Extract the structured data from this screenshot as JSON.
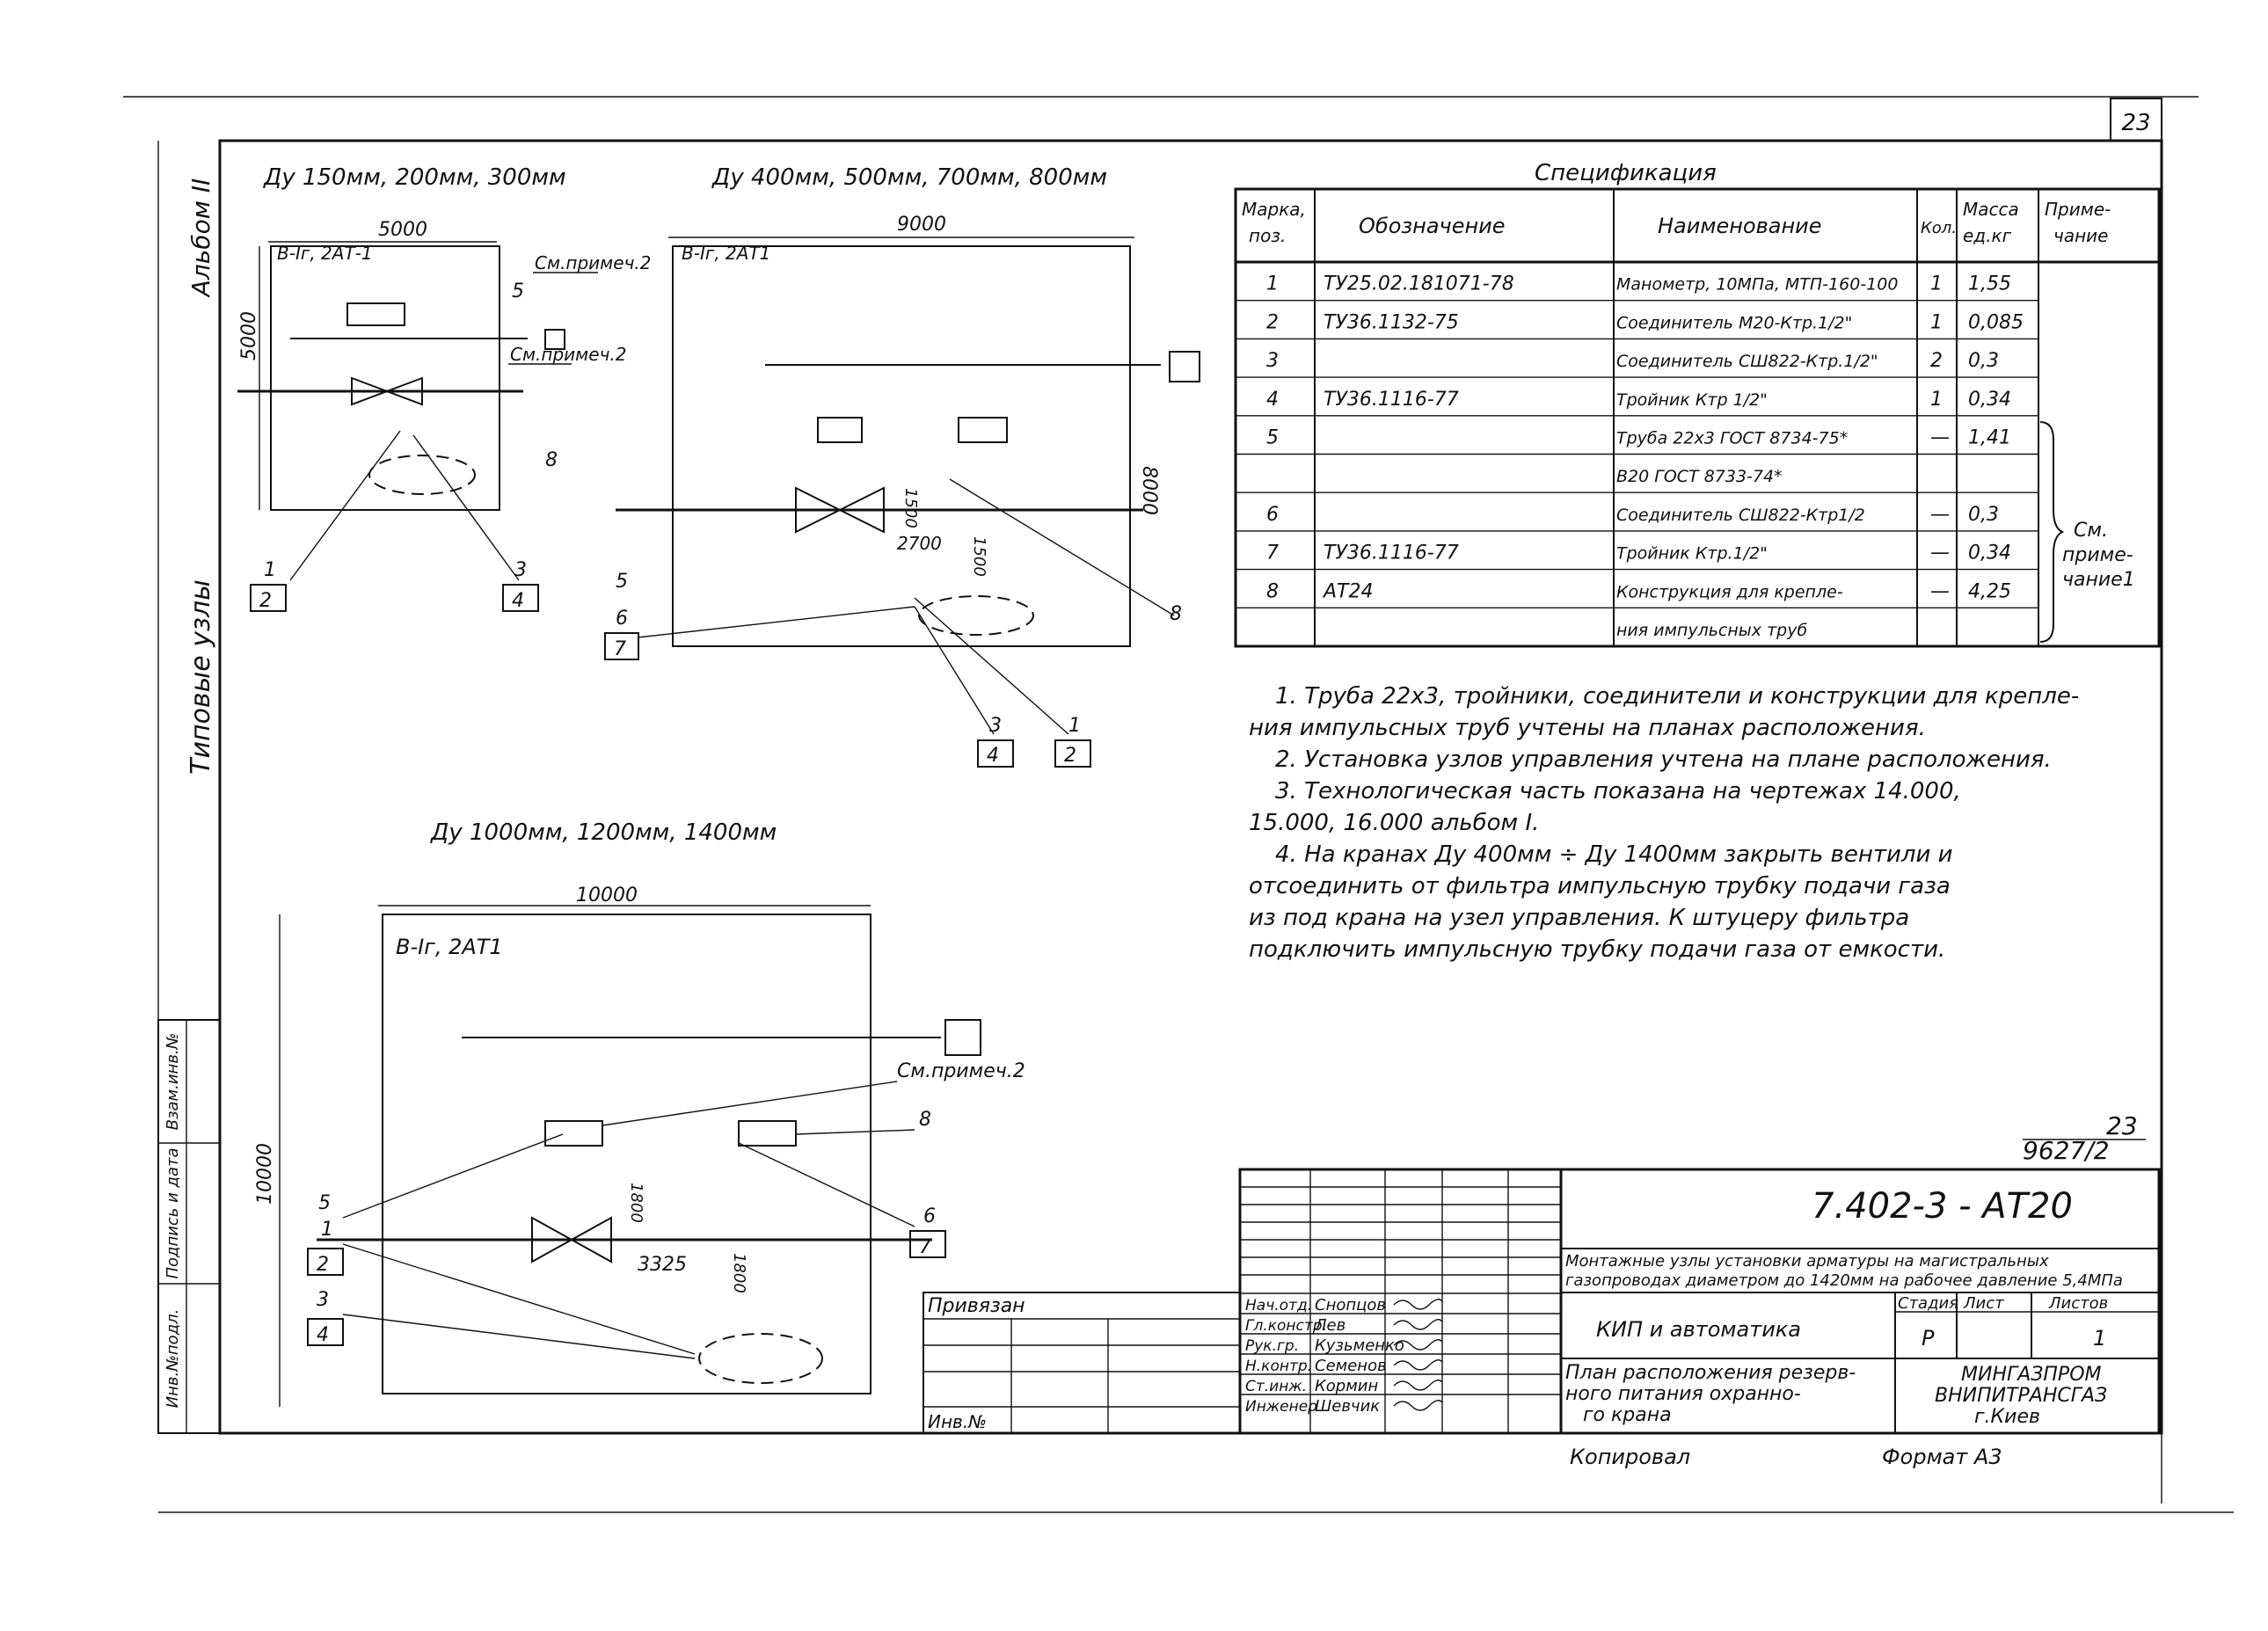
{
  "sheet": {
    "page_number": "23",
    "side_album": "Альбом II",
    "side_title": "Типовые узлы",
    "side_stamp": [
      "Взам.инв.№",
      "Подпись и дата",
      "Инв.№подл."
    ]
  },
  "diagrams": {
    "d1": {
      "title": "Ду 150мм, 200мм, 300мм",
      "dim_w": "5000",
      "dim_h": "5000",
      "label": "В-Iг, 2АТ-1",
      "note1": "См.примеч.2",
      "note2": "См.примеч.2",
      "pos_5": "5",
      "pos_8": "8",
      "pos_1": "1",
      "pos_2": "2",
      "pos_3": "3",
      "pos_4": "4"
    },
    "d2": {
      "title": "Ду 400мм, 500мм, 700мм, 800мм",
      "dim_w": "9000",
      "dim_h": "8000",
      "dim_mid": "2700",
      "dim_v1": "1500",
      "dim_v2": "1500",
      "label": "В-Iг, 2АТ1",
      "pos_5": "5",
      "pos_6": "6",
      "pos_7": "7",
      "pos_8": "8",
      "pos_1": "1",
      "pos_2": "2",
      "pos_3": "3",
      "pos_4": "4"
    },
    "d3": {
      "title": "Ду 1000мм, 1200мм, 1400мм",
      "dim_w": "10000",
      "dim_h": "10000",
      "dim_mid": "3325",
      "dim_v1": "1800",
      "dim_v2": "1800",
      "label": "В-Iг, 2АТ1",
      "note": "См.примеч.2",
      "pos_8": "8",
      "pos_5": "5",
      "pos_1": "1",
      "pos_2": "2",
      "pos_3": "3",
      "pos_4": "4",
      "pos_6": "6",
      "pos_7": "7"
    }
  },
  "spec": {
    "title": "Спецификация",
    "headers": [
      "Марка, поз.",
      "Обозначение",
      "Наименование",
      "Кол.",
      "Масса ед.кг",
      "Приме-чание"
    ],
    "rows": [
      [
        "1",
        "ТУ25.02.181071-78",
        "Манометр, 10МПа, МТП-160-100",
        "1",
        "1,55",
        ""
      ],
      [
        "2",
        "ТУ36.1132-75",
        "Соединитель М20-Ктр.1/2\"",
        "1",
        "0,085",
        ""
      ],
      [
        "3",
        "",
        "Соединитель СШ822-Ктр.1/2\"",
        "2",
        "0,3",
        ""
      ],
      [
        "4",
        "ТУ36.1116-77",
        "Тройник Ктр 1/2\"",
        "1",
        "0,34",
        ""
      ],
      [
        "5",
        "",
        "Труба 22х3 ГОСТ 8734-75*",
        "—",
        "1,41",
        ""
      ],
      [
        "",
        "",
        "В20 ГОСТ 8733-74*",
        "",
        "",
        ""
      ],
      [
        "6",
        "",
        "Соединитель СШ822-Ктр1/2",
        "—",
        "0,3",
        ""
      ],
      [
        "7",
        "ТУ36.1116-77",
        "Тройник Ктр.1/2\"",
        "—",
        "0,34",
        ""
      ],
      [
        "8",
        "АТ24",
        "Конструкция для крепле-",
        "—",
        "4,25",
        ""
      ],
      [
        "",
        "",
        "ния импульсных труб",
        "",
        "",
        ""
      ]
    ],
    "remark": [
      "См.",
      "приме-",
      "чание1"
    ]
  },
  "notes": [
    "1. Труба 22х3, тройники, соединители и конструкции для крепле-",
    "ния импульсных труб учтены на планах расположения.",
    "2. Установка узлов управления учтена на плане расположения.",
    "3. Технологическая часть показана на чертежах 14.000,",
    "15.000, 16.000 альбом I.",
    "4. На кранах Ду 400мм ÷ Ду 1400мм закрыть вентили и",
    "отсоединить от фильтра импульсную трубку подачи газа",
    "из под крана на узел управления. К штуцеру фильтра",
    "подключить импульсную трубку подачи газа от емкости."
  ],
  "stamp": {
    "sheet_ref_top": "23",
    "sheet_ref_bottom": "9627/2",
    "code": "7.402-3 - АТ20",
    "project": "Монтажные узлы установки арматуры на магистральных газопроводах диаметром до 1420мм на рабочее давление 5,4МПа",
    "section": "КИП и автоматика",
    "drawing": "План расположения резерв- ного питания охранно- го крана",
    "org": "МИНГАЗПРОМ ВНИПИТРАНСГАЗ г.Киев",
    "stage_h": "Стадия",
    "sheet_h": "Лист",
    "sheets_h": "Листов",
    "stage": "Р",
    "sheets": "1",
    "attached": "Привязан",
    "inv_no": "Инв.№",
    "roles": [
      "Нач.отд.",
      "Гл.констр.",
      "Рук.гр.",
      "Н.контр.",
      "Ст.инж.",
      "Инженер"
    ],
    "names": [
      "Снопцов",
      "Лев",
      "Кузьменко",
      "Семенов",
      "Кормин",
      "Шевчик"
    ],
    "copied": "Копировал",
    "format": "Формат А3"
  }
}
